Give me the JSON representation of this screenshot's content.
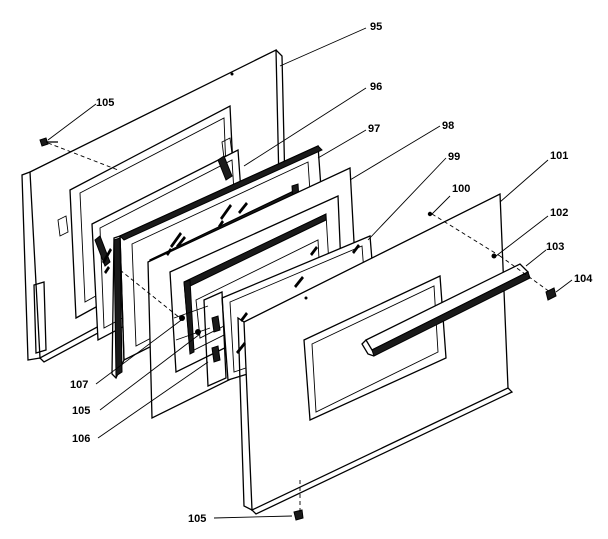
{
  "labels": {
    "l95": "95",
    "l96": "96",
    "l97": "97",
    "l98": "98",
    "l99": "99",
    "l100": "100",
    "l101": "101",
    "l102": "102",
    "l103": "103",
    "l104": "104",
    "l105a": "105",
    "l105b": "105",
    "l105c": "105",
    "l106": "106",
    "l107": "107"
  }
}
